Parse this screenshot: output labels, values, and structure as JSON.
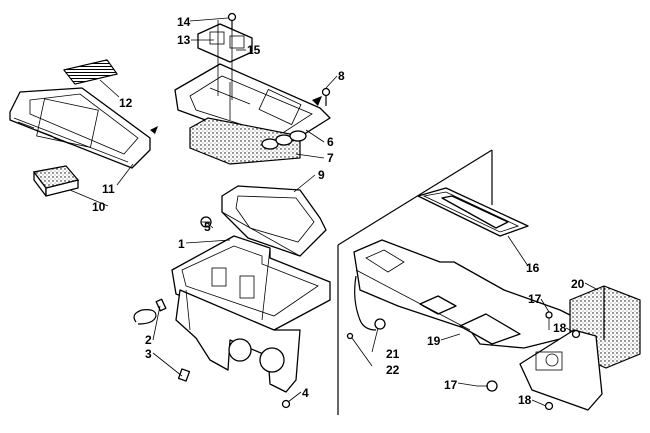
{
  "callouts": {
    "c1": "1",
    "c2": "2",
    "c3": "3",
    "c4": "4",
    "c5": "5",
    "c6": "6",
    "c7": "7",
    "c8": "8",
    "c9": "9",
    "c10": "10",
    "c11": "11",
    "c12": "12",
    "c13": "13",
    "c14": "14",
    "c15": "15",
    "c16": "16",
    "c17a": "17",
    "c17b": "17",
    "c18a": "18",
    "c18b": "18",
    "c19": "19",
    "c20": "20",
    "c21": "21",
    "c22": "22"
  }
}
